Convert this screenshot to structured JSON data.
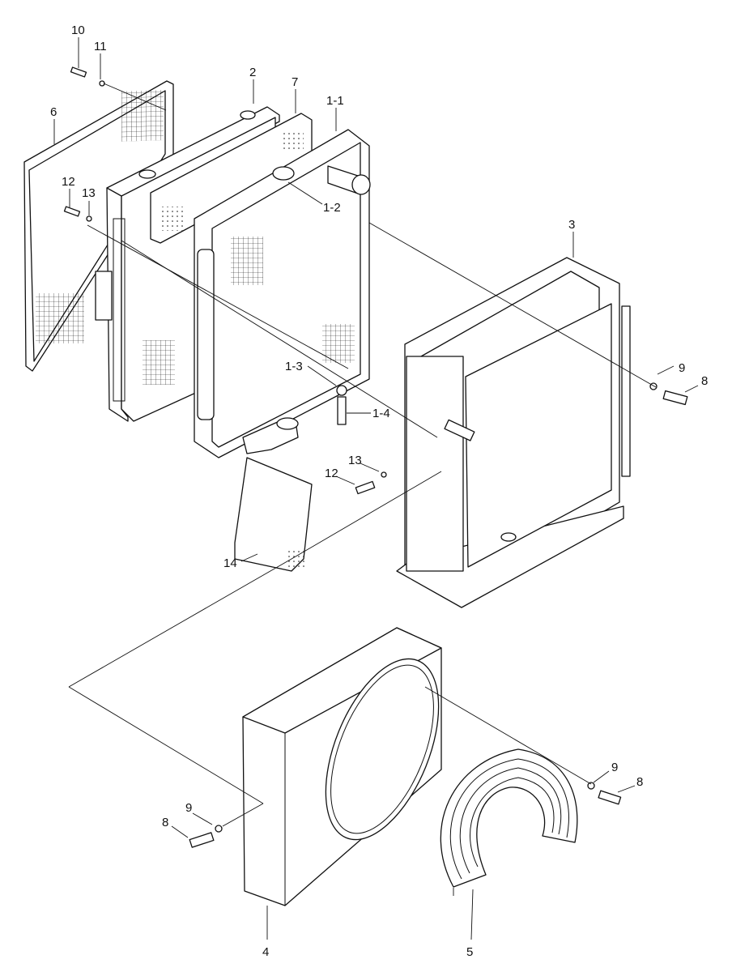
{
  "diagram_type": "exploded parts view",
  "callouts": {
    "c10": "10",
    "c11": "11",
    "c6": "6",
    "c2": "2",
    "c7": "7",
    "c1_1": "1-1",
    "c12a": "12",
    "c13a": "13",
    "c1_2": "1-2",
    "c3": "3",
    "c9a": "9",
    "c8a": "8",
    "c1_3": "1-3",
    "c1_4": "1-4",
    "c13b": "13",
    "c12b": "12",
    "c14": "14",
    "c9b": "9",
    "c8b": "8",
    "c9c": "9",
    "c8c": "8",
    "c4": "4",
    "c5": "5"
  }
}
